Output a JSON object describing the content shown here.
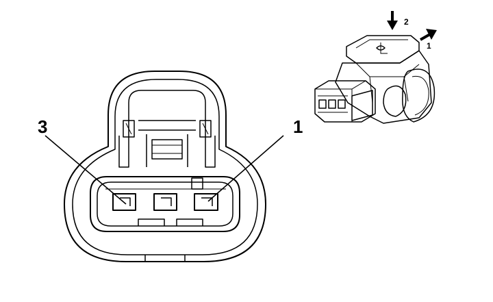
{
  "diagram": {
    "front_view": {
      "pin_labels": [
        {
          "text": "3"
        },
        {
          "text": "1"
        }
      ],
      "terminal_count": 3
    },
    "iso_view": {
      "arrow_labels": [
        {
          "text": "2"
        },
        {
          "text": "1"
        }
      ]
    }
  }
}
